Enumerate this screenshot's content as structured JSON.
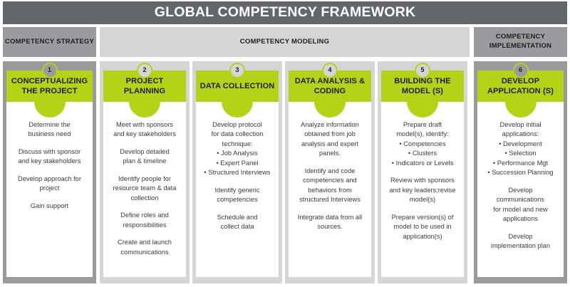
{
  "title": "GLOBAL COMPETENCY FRAMEWORK",
  "colors": {
    "title_bar": "#63666a",
    "accent_green": "#b5d216",
    "dark_gray": "#9a9b9e",
    "light_gray": "#d4d5d7",
    "body_text": "#3c3c3b"
  },
  "phases": [
    {
      "label": "COMPETENCY\nSTRATEGY",
      "tone": "dark"
    },
    {
      "label": "COMPETENCY MODELING",
      "tone": "light"
    },
    {
      "label": "COMPETENCY\nIMPLEMENTATION",
      "tone": "dark"
    }
  ],
  "steps": [
    {
      "number": "1",
      "heading": "CONCEPTUALIZING\nTHE PROJECT",
      "tone": "dark",
      "blocks": [
        "Determine the\nbusiness need",
        "Discuss with sponsor\nand key stakeholders",
        "Develop approach for\nproject",
        "Gain support"
      ]
    },
    {
      "number": "2",
      "heading": "PROJECT\nPLANNING",
      "tone": "light",
      "blocks": [
        "Meet with sponsors\nand key stakeholders",
        "Develop detailed\nplan & timeline",
        "Identify people for\nresource team & data\ncollection",
        "Define roles and\nresponsibilities",
        "Create and launch\ncommunications"
      ]
    },
    {
      "number": "3",
      "heading": "DATA\nCOLLECTION",
      "tone": "light",
      "blocks": [
        "Develop protocol\nfor data collection\ntechnique:\n• Job Analysis\n• Expert Panel\n• Structured Interviews",
        "Identify generic\ncompetencies",
        "Schedule and\ncollect data"
      ]
    },
    {
      "number": "4",
      "heading": "DATA ANALYSIS\n& CODING",
      "tone": "light",
      "blocks": [
        "Analyze information\nobtained from job\nanalysis and expert\npanels.",
        "Identify and code\ncompetencies and\nbehaviors from\nstructured Interviews",
        "Integrate data from all\nsources."
      ]
    },
    {
      "number": "5",
      "heading": "BUILDING THE\nMODEL (S)",
      "tone": "light",
      "blocks": [
        "Prepare draft\nmodel(s), identify:\n• Competencies\n• Clusters\n• Indicators or Levels",
        "Review with sponsors\nand key leaders;revise\nmodel(s)",
        "Prepare version(s) of\nmodel to be used in\napplication(s)"
      ]
    },
    {
      "number": "6",
      "heading": "DEVELOP\nAPPLICATION (S)",
      "tone": "dark",
      "blocks": [
        "Develop initial\napplications:\n• Development\n• Selection\n• Performance Mgt\n• Succession Planning",
        "Develop\ncommunications\nfor model and new\napplications",
        "Develop\nimplementation plan"
      ]
    }
  ]
}
